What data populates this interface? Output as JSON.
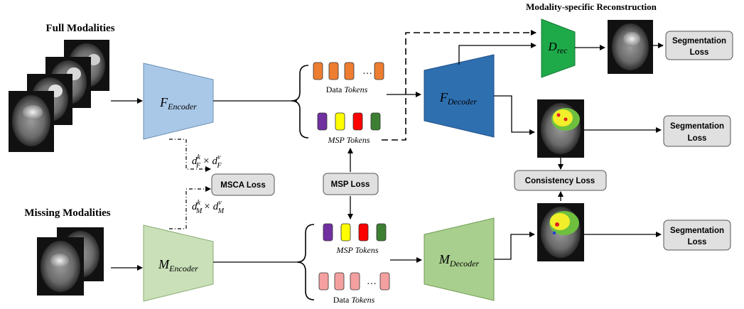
{
  "colors": {
    "encoder_full": "#a9c8e8",
    "encoder_missing": "#c9e0b8",
    "decoder_full": "#2e6fb0",
    "decoder_missing": "#a9cf8e",
    "d_rec": "#1faa4a",
    "data_token_full": "#ed7d31",
    "data_token_missing": "#f4a0a0",
    "msp_tokens": [
      "#7030a0",
      "#ffff00",
      "#ff0000",
      "#3d7f32"
    ],
    "title_blue": "#2f5597",
    "loss_box": "#e0e0e0"
  },
  "titles": {
    "reconstruction": "Modality-specific Reconstruction",
    "full_modalities": "Full Modalities",
    "missing_modalities": "Missing Modalities"
  },
  "encoders": {
    "full": {
      "main": "F",
      "sub": "Encoder"
    },
    "missing": {
      "main": "M",
      "sub": "Encoder"
    }
  },
  "decoders": {
    "full": {
      "main": "F",
      "sub": "Decoder"
    },
    "missing": {
      "main": "M",
      "sub": "Decoder"
    },
    "rec": {
      "main": "D",
      "sub": "rec"
    }
  },
  "tokens": {
    "data_prefix": "Data",
    "tokens_word": "Tokens",
    "msp_prefix": "MSP",
    "ellipsis": "…"
  },
  "losses": {
    "msca": "MSCA Loss",
    "msp": "MSP Loss",
    "consistency": "Consistency Loss",
    "segmentation_line1": "Segmentation",
    "segmentation_line2": "Loss"
  },
  "dims": {
    "full": {
      "k": "F",
      "v": "F"
    },
    "missing": {
      "k": "M",
      "v": "M"
    },
    "times": "×",
    "d": "d",
    "k": "k",
    "v": "v"
  }
}
